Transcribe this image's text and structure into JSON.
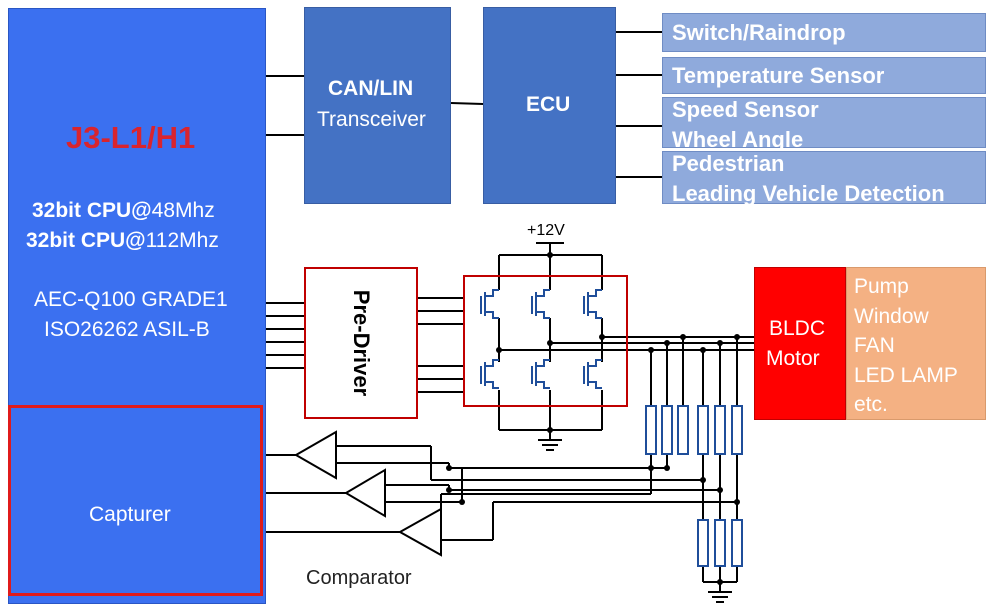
{
  "mcu": {
    "title": "J3-L1/H1",
    "cpu1_bold": "32bit CPU@",
    "cpu1_freq": "48Mhz",
    "cpu2_bold": "32bit CPU@",
    "cpu2_freq": "112Mhz",
    "qual1": "AEC-Q100 GRADE1",
    "qual2": "ISO26262 ASIL-B",
    "capturer": "Capturer"
  },
  "transceiver": {
    "line1": "CAN/LIN",
    "line2": "Transceiver"
  },
  "ecu": {
    "label": "ECU"
  },
  "sensors": [
    {
      "line1": "Switch/Raindrop",
      "line2": ""
    },
    {
      "line1": "Temperature Sensor",
      "line2": ""
    },
    {
      "line1": "Speed Sensor",
      "line2": "Wheel Angle"
    },
    {
      "line1": "Pedestrian",
      "line2": "Leading Vehicle Detection"
    }
  ],
  "predriver": {
    "label": "Pre-Driver"
  },
  "supply": {
    "label": "+12V"
  },
  "motor": {
    "line1": "BLDC",
    "line2": "Motor"
  },
  "loads": [
    "Pump",
    "Window",
    "FAN",
    "LED LAMP",
    "etc."
  ],
  "comparator": {
    "label": "Comparator"
  },
  "colors": {
    "mcu": "#3b70f0",
    "module": "#4472c4",
    "sensor": "#8faadc",
    "border_red": "#c00000",
    "motor": "#ff0000",
    "load": "#f4b183"
  }
}
